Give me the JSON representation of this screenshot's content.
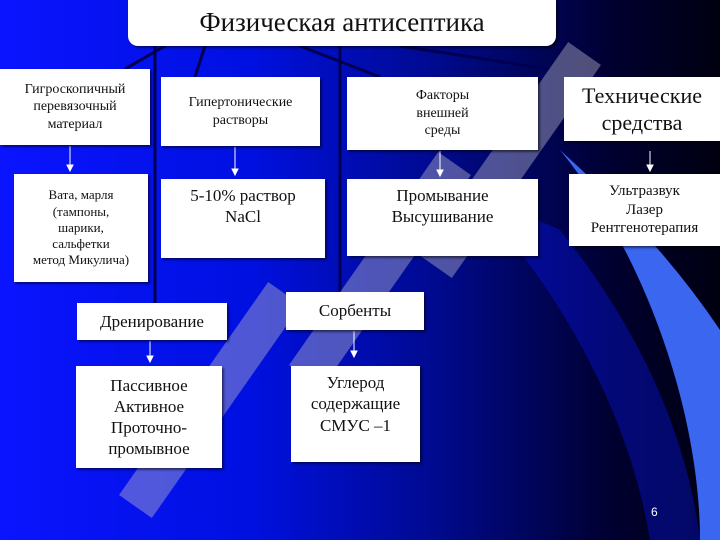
{
  "title": "Физическая  антисептика",
  "categories": [
    {
      "label": "Гигроскопичный\nперевязочный\nматериал",
      "detail": "Вата, марля\n(тампоны,\nшарики,\nсальфетки\nметод Микулича)"
    },
    {
      "label": "Гипертонические\nрастворы",
      "detail": "5-10% раствор\nNaCl"
    },
    {
      "label": "Факторы\nвнешней\nсреды",
      "detail": "Промывание\nВысушивание"
    },
    {
      "label": "Технические\nсредства",
      "detail": "Ультразвук\nЛазер\nРентгенотерапия"
    },
    {
      "label": "Дренирование",
      "detail": "Пассивное\nАктивное\nПроточно-\nпромывное"
    },
    {
      "label": "Сорбенты",
      "detail": "Углерод\nсодержащие\nСМУС –1"
    }
  ],
  "page_number": "6",
  "colors": {
    "background": "#0010e0",
    "arc": "#3a66f0",
    "box": "#ffffff"
  }
}
